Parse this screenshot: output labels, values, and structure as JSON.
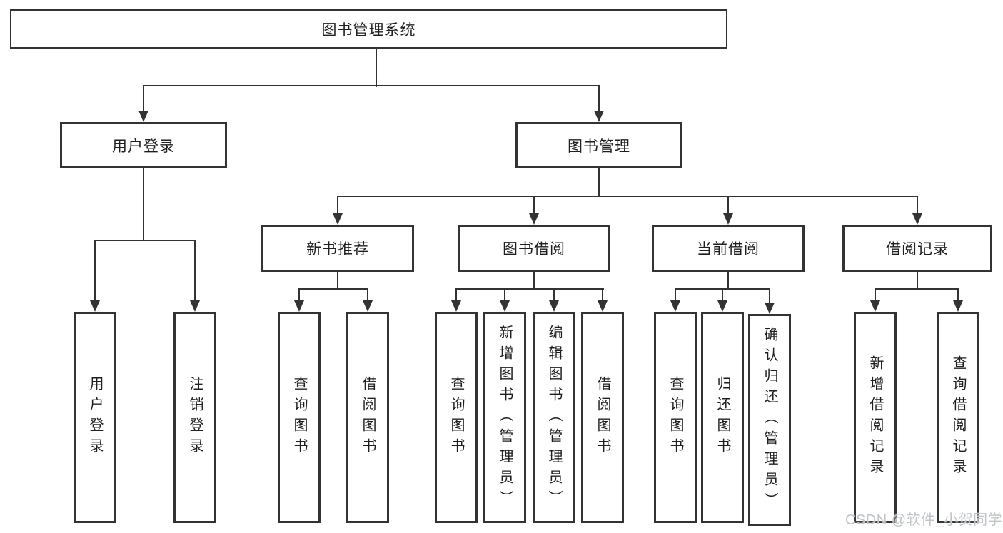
{
  "tree": {
    "root": "图书管理系统",
    "branches": [
      {
        "label": "用户登录",
        "children": [
          "用户登录",
          "注销登录"
        ]
      },
      {
        "label": "图书管理",
        "children": [
          {
            "label": "新书推荐",
            "children": [
              "查询图书",
              "借阅图书"
            ]
          },
          {
            "label": "图书借阅",
            "children": [
              "查询图书",
              "新增图书（管理员）",
              "编辑图书（管理员）",
              "借阅图书"
            ]
          },
          {
            "label": "当前借阅",
            "children": [
              "查询图书",
              "归还图书",
              "确认归还（管理员）"
            ]
          },
          {
            "label": "借阅记录",
            "children": [
              "新增借阅记录",
              "查询借阅记录"
            ]
          }
        ]
      }
    ]
  },
  "watermark": {
    "text": "CSDN @软件_小贺同学"
  },
  "colors": {
    "line": "#333333",
    "box_border": "#333333",
    "box_background": "#ffffff",
    "text": "#1f1f1f",
    "watermark": "#c0c4c8"
  }
}
